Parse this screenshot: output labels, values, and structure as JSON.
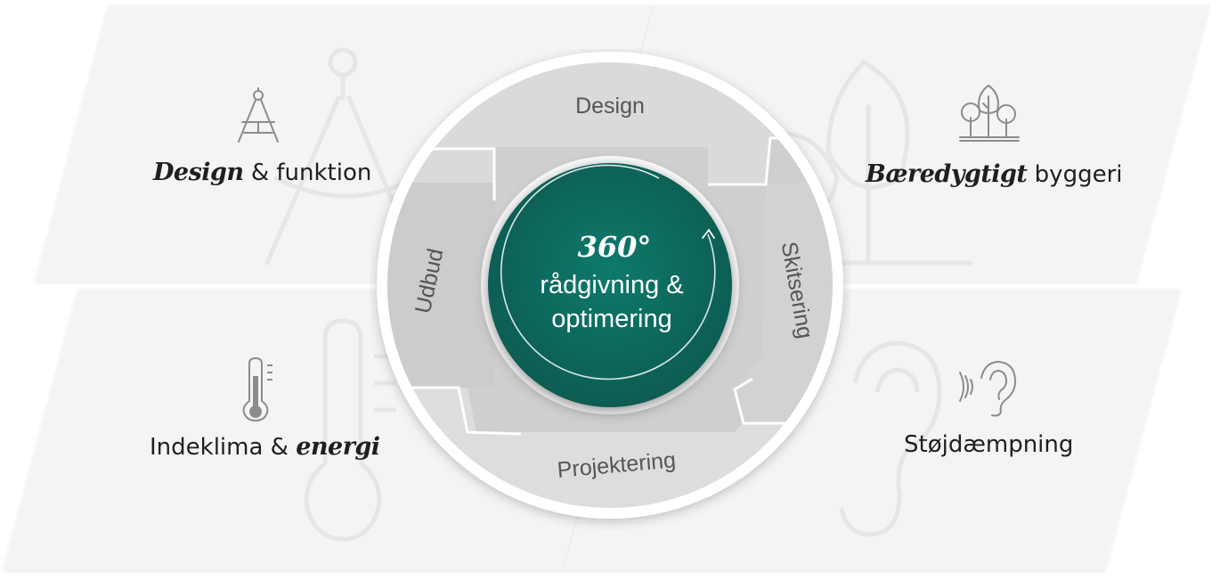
{
  "center": {
    "line1": "360°",
    "line2": "rådgivning &",
    "line3": "optimering"
  },
  "ring": {
    "top": "Design",
    "right": "Skitsering",
    "bottom": "Projektering",
    "left": "Udbud"
  },
  "panels": {
    "top_left": {
      "script": "Design",
      "plain": "& funktion",
      "icon": "compass-icon"
    },
    "top_right": {
      "script": "Bæredygtigt",
      "plain": "byggeri",
      "icon": "trees-icon"
    },
    "bottom_left": {
      "plain": "Indeklima &",
      "script": "energi",
      "icon": "thermometer-icon"
    },
    "bottom_right": {
      "plain": "Støjdæmpning",
      "icon": "ear-icon"
    }
  },
  "colors": {
    "accent": "#0e6b5f",
    "ring": "#d3d3d3",
    "panel": "#f3f3f3",
    "icon": "#8c8c8c"
  }
}
